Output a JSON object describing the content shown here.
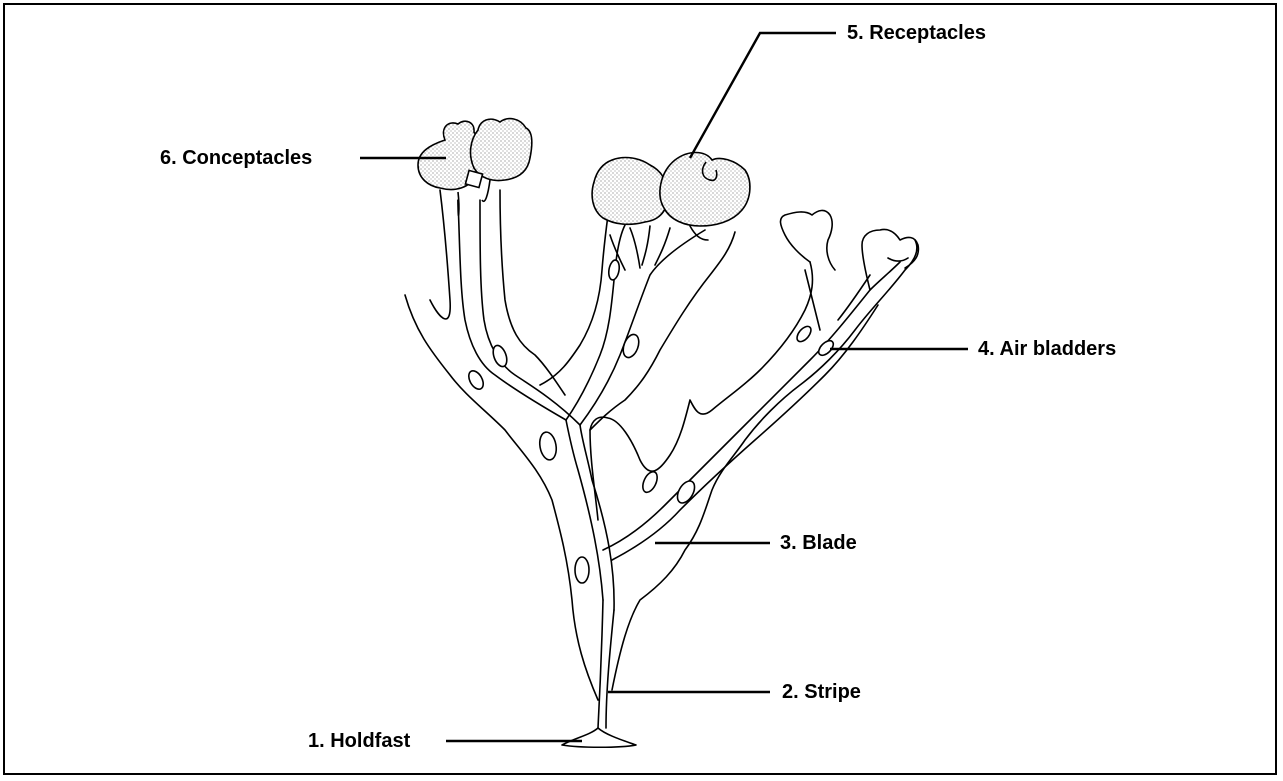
{
  "diagram": {
    "labels": {
      "holdfast": "1. Holdfast",
      "stripe": "2. Stripe",
      "blade": "3. Blade",
      "air_bladders": "4. Air bladders",
      "receptacles": "5. Receptacles",
      "conceptacles": "6. Conceptacles"
    },
    "colors": {
      "line": "#000000",
      "background": "#ffffff",
      "stipple": "#888888"
    }
  }
}
